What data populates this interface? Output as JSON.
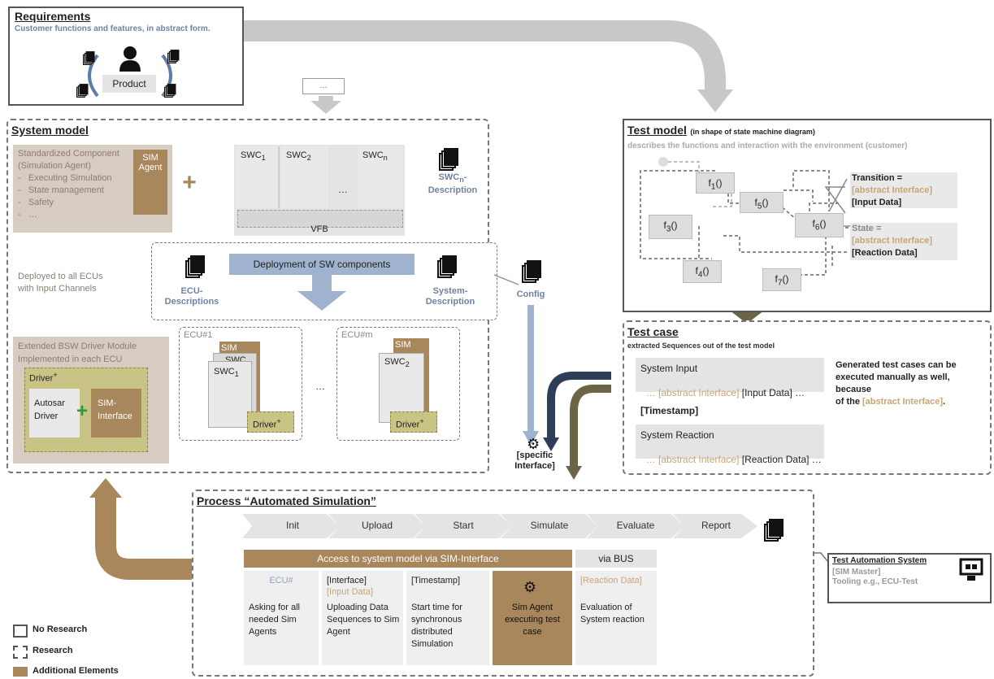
{
  "requirements": {
    "title": "Requirements",
    "subtitle": "Customer functions and features, in abstract form.",
    "product": "Product",
    "ellipsis_box": "..."
  },
  "system_model": {
    "title": "System model",
    "std_component": {
      "line1": "Standardized Component",
      "line2": "(Simulation Agent)",
      "items": [
        "-   Executing Simulation",
        "-   State management",
        "-   Safety",
        "-   …"
      ],
      "sim_agent": "SIM Agent"
    },
    "plus": "+",
    "swc": {
      "swc1": "SWC",
      "swc1_sub": "1",
      "swc2": "SWC",
      "swc2_sub": "2",
      "swcn": "SWC",
      "swcn_sub": "n",
      "dots": "…",
      "vfb": "VFB"
    },
    "swc_desc": {
      "line1": "SWC",
      "line1_sub": "n",
      "line2": "Description"
    },
    "deployed": {
      "line1": "Deployed to all ECUs",
      "line2": "with Input Channels"
    },
    "deployment": "Deployment of SW components",
    "ecu_desc": {
      "line1": "ECU-",
      "line2": "Descriptions"
    },
    "system_desc": {
      "line1": "System-",
      "line2": "Description"
    },
    "extended": {
      "line1": "Extended BSW Driver Module",
      "line2": "Implemented in each ECU"
    },
    "driver_plus": "Driver",
    "driver_plus_sup": "+",
    "autosar": {
      "line1": "Autosar",
      "line2": "Driver"
    },
    "sim_interface": {
      "line1": "SIM-",
      "line2": "Interface"
    },
    "ecu1": {
      "label": "ECU#1",
      "sim": "SIM",
      "swc_n": "SWC",
      "swc_n_sub": "n",
      "swc_1": "SWC",
      "swc_1_sub": "1",
      "driver": "Driver",
      "driver_sup": "+"
    },
    "ecu_dots": "…",
    "ecum": {
      "label": "ECU#m",
      "sim": "SIM",
      "swc": "SWC",
      "swc_sub": "2",
      "driver": "Driver",
      "driver_sup": "+"
    }
  },
  "config": "Config",
  "specific_interface": {
    "line1": "[specific",
    "line2": "Interface]"
  },
  "test_model": {
    "title": "Test model",
    "title_suffix": "(in shape of state machine diagram)",
    "subtitle": "describes the functions and interaction with the environment (customer)",
    "states": {
      "f1": "f",
      "f1_sub": "1",
      "f3": "f",
      "f3_sub": "3",
      "f4": "f",
      "f4_sub": "4",
      "f5": "f",
      "f5_sub": "5",
      "f6": "f",
      "f6_sub": "6",
      "f7": "f",
      "f7_sub": "7",
      "paren": "()"
    },
    "transition": {
      "line1": "Transition =",
      "line2": "[abstract Interface]",
      "line3": "[Input Data]"
    },
    "state": {
      "line1": "State =",
      "line2": "[abstract Interface]",
      "line3": "[Reaction Data]"
    }
  },
  "test_case": {
    "title": "Test case",
    "subtitle": "extracted Sequences out of the test model",
    "system_input": "System Input",
    "input_prefix": "… ",
    "input_abstract": "[abstract Interface]",
    "input_rest": " [Input Data] …",
    "timestamp": "[Timestamp]",
    "system_reaction": "System Reaction",
    "reaction_prefix": "… ",
    "reaction_abstract": "[abstract Interface]",
    "reaction_rest": " [Reaction Data] …",
    "note1": "Generated test cases can be",
    "note2": "executed manually as well, because",
    "note3_pre": "of the ",
    "note3_abs": "[abstract Interface]",
    "note3_post": "."
  },
  "process": {
    "title": "Process “Automated Simulation”",
    "steps": [
      "Init",
      "Upload",
      "Start",
      "Simulate",
      "Evaluate",
      "Report"
    ],
    "access": "Access to system model via SIM-Interface",
    "via_bus": "via BUS",
    "cols": [
      {
        "h1": "ECU#",
        "h2": "",
        "body": "Asking for all needed Sim Agents"
      },
      {
        "h1": "[Interface]",
        "h2": "[Input Data]",
        "body": "Uploading Data Sequences to Sim Agent"
      },
      {
        "h1": "[Timestamp]",
        "h2": "",
        "body": "Start time for synchronous distributed Simulation"
      },
      {
        "h1": "",
        "h2": "",
        "body": "Sim Agent executing test case"
      },
      {
        "h1": "[Reaction Data]",
        "h2": "",
        "body": "Evaluation of System reaction"
      }
    ]
  },
  "test_automation": {
    "title": "Test Automation System",
    "line1": "[SIM Master]",
    "line2": "Tooling e.g., ECU-Test"
  },
  "legend": {
    "no_research": "No Research",
    "research": "Research",
    "additional": "Additional Elements"
  },
  "colors": {
    "tan": "#a7875b",
    "beige": "#d7ccc2",
    "blue": "#9fb3cf",
    "olive": "#c9c485",
    "navy": "#2e3e59",
    "dark_olive": "#6b6446",
    "arrow_gray": "#c8c8c8"
  }
}
